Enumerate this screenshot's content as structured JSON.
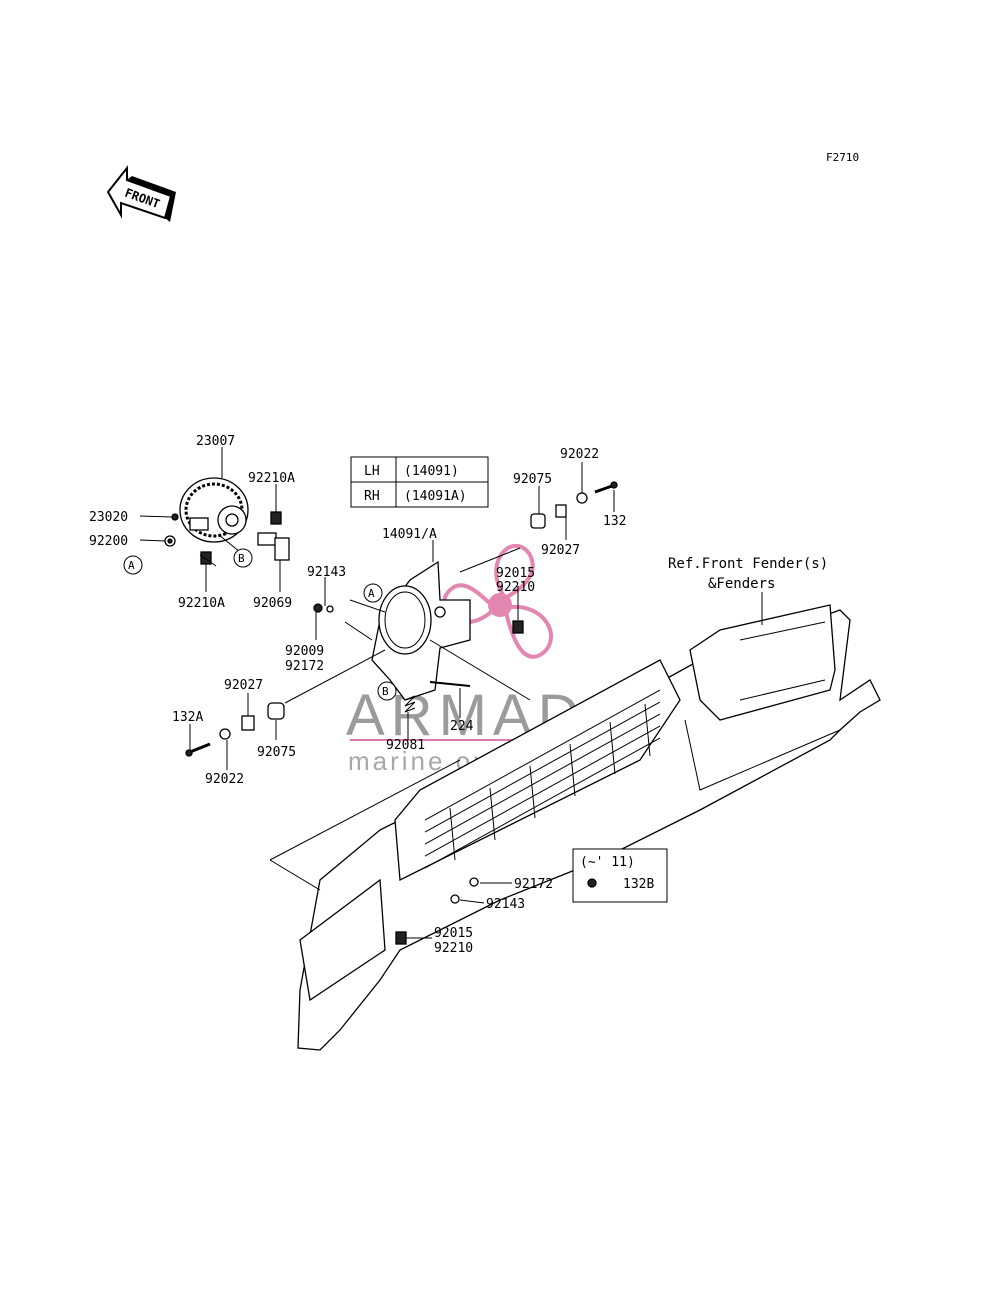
{
  "diagram_code": "F2710",
  "front_label": "FRONT",
  "callouts": {
    "A": "A",
    "B": "B"
  },
  "part_table": {
    "rows": [
      {
        "side": "LH",
        "part": "(14091)"
      },
      {
        "side": "RH",
        "part": "(14091A)"
      }
    ]
  },
  "variant_box": {
    "title": "(~' 11)",
    "part": "132B"
  },
  "ref_note": {
    "line1": "Ref.Front Fender(s)",
    "line2": "&Fenders"
  },
  "parts": {
    "p23007": "23007",
    "p92210A_top": "92210A",
    "p23020": "23020",
    "p92200": "92200",
    "p92210A_bottom": "92210A",
    "p92069": "92069",
    "p14091A": "14091/A",
    "p92143_top": "92143",
    "p92009": "92009",
    "p92172_top": "92172",
    "p92022_top": "92022",
    "p92075_top": "92075",
    "p132": "132",
    "p92027_top": "92027",
    "p92015_top": "92015",
    "p92210_top": "92210",
    "p92027_left": "92027",
    "p132A": "132A",
    "p92075_left": "92075",
    "p92022_left": "92022",
    "p224": "224",
    "p92081": "92081",
    "p92172_bottom": "92172",
    "p92143_bottom": "92143",
    "p92015_bottom": "92015",
    "p92210_bottom": "92210"
  },
  "watermark": {
    "brand": "ARMADA",
    "tagline": "marine outboards",
    "color": "#e07aa8"
  }
}
